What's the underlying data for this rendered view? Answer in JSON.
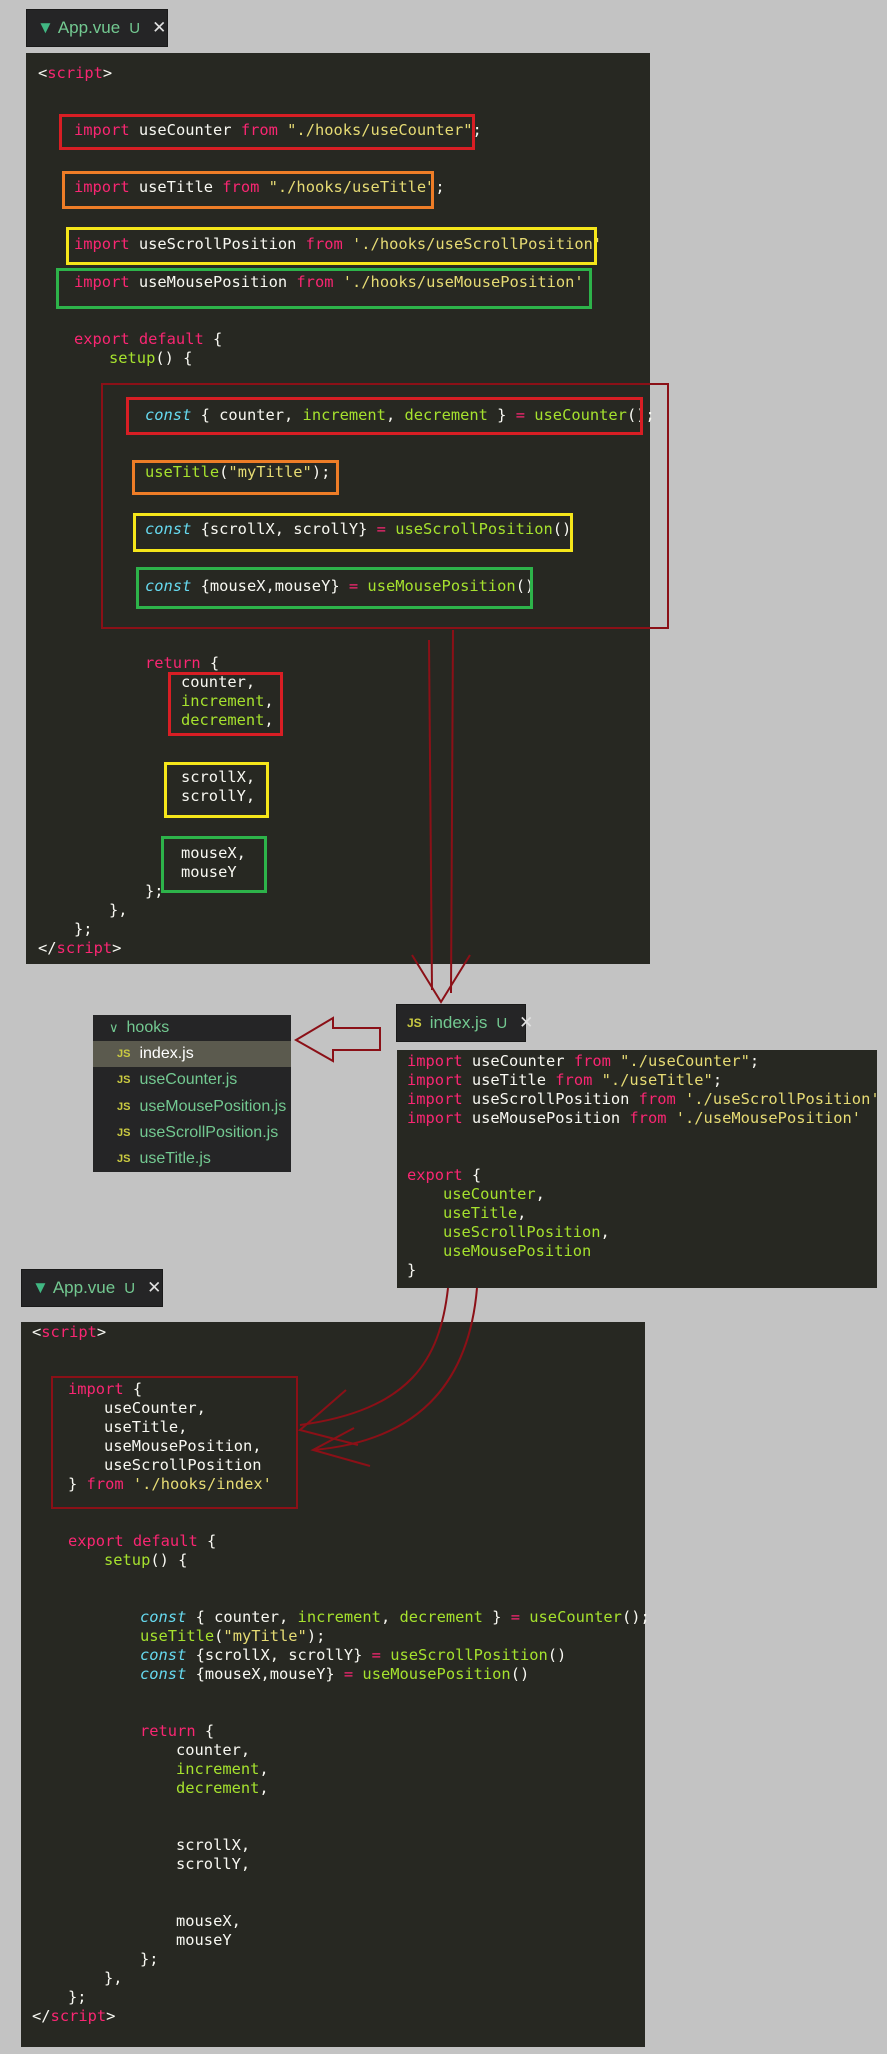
{
  "top_tab": {
    "icon": "vue-icon",
    "label": "App.vue",
    "badge": "U",
    "close": "✕"
  },
  "index_tab": {
    "icon": "js-icon",
    "label": "index.js",
    "badge": "U",
    "close": "✕"
  },
  "bottom_tab": {
    "icon": "vue-icon",
    "label": "App.vue",
    "badge": "U",
    "close": "✕"
  },
  "file_tree": {
    "folder": "hooks",
    "files": [
      {
        "icon": "JS",
        "name": "index.js",
        "selected": true
      },
      {
        "icon": "JS",
        "name": "useCounter.js"
      },
      {
        "icon": "JS",
        "name": "useMousePosition.js"
      },
      {
        "icon": "JS",
        "name": "useScrollPosition.js"
      },
      {
        "icon": "JS",
        "name": "useTitle.js"
      }
    ]
  },
  "top_code": [
    [
      {
        "t": "<",
        "c": ""
      },
      {
        "t": "script",
        "c": "kw"
      },
      {
        "t": ">",
        "c": ""
      }
    ],
    [
      {
        "t": "import ",
        "c": "kw"
      },
      {
        "t": "useCounter ",
        "c": ""
      },
      {
        "t": "from ",
        "c": "kw"
      },
      {
        "t": "\"./hooks/useCounter\"",
        "c": "str"
      },
      {
        "t": ";",
        "c": ""
      }
    ],
    [
      {
        "t": "import ",
        "c": "kw"
      },
      {
        "t": "useTitle ",
        "c": ""
      },
      {
        "t": "from ",
        "c": "kw"
      },
      {
        "t": "\"./hooks/useTitle\"",
        "c": "str"
      },
      {
        "t": ";",
        "c": ""
      }
    ],
    [
      {
        "t": "import ",
        "c": "kw"
      },
      {
        "t": "useScrollPosition ",
        "c": ""
      },
      {
        "t": "from ",
        "c": "kw"
      },
      {
        "t": "'./hooks/useScrollPosition'",
        "c": "str"
      }
    ],
    [
      {
        "t": "import ",
        "c": "kw"
      },
      {
        "t": "useMousePosition ",
        "c": ""
      },
      {
        "t": "from ",
        "c": "kw"
      },
      {
        "t": "'./hooks/useMousePosition'",
        "c": "str"
      }
    ],
    [
      {
        "t": "export default ",
        "c": "kw"
      },
      {
        "t": "{",
        "c": ""
      }
    ],
    [
      {
        "t": "setup",
        "c": "fn"
      },
      {
        "t": "() {",
        "c": ""
      }
    ],
    [
      {
        "t": "const ",
        "c": "ct"
      },
      {
        "t": "{ counter, ",
        "c": ""
      },
      {
        "t": "increment",
        "c": "fn"
      },
      {
        "t": ", ",
        "c": ""
      },
      {
        "t": "decrement",
        "c": "fn"
      },
      {
        "t": " } ",
        "c": ""
      },
      {
        "t": "= ",
        "c": "kw"
      },
      {
        "t": "useCounter",
        "c": "fn"
      },
      {
        "t": "();",
        "c": ""
      }
    ],
    [
      {
        "t": "useTitle",
        "c": "fn"
      },
      {
        "t": "(",
        "c": ""
      },
      {
        "t": "\"myTitle\"",
        "c": "str"
      },
      {
        "t": ");",
        "c": ""
      }
    ],
    [
      {
        "t": "const ",
        "c": "ct"
      },
      {
        "t": "{scrollX, scrollY} ",
        "c": ""
      },
      {
        "t": "= ",
        "c": "kw"
      },
      {
        "t": "useScrollPosition",
        "c": "fn"
      },
      {
        "t": "()",
        "c": ""
      }
    ],
    [
      {
        "t": "const ",
        "c": "ct"
      },
      {
        "t": "{mouseX,mouseY} ",
        "c": ""
      },
      {
        "t": "= ",
        "c": "kw"
      },
      {
        "t": "useMousePosition",
        "c": "fn"
      },
      {
        "t": "()",
        "c": ""
      }
    ],
    [
      {
        "t": "return ",
        "c": "kw"
      },
      {
        "t": "{",
        "c": ""
      }
    ],
    [
      {
        "t": "counter,",
        "c": ""
      }
    ],
    [
      {
        "t": "increment",
        "c": "fn"
      },
      {
        "t": ",",
        "c": ""
      }
    ],
    [
      {
        "t": "decrement",
        "c": "fn"
      },
      {
        "t": ",",
        "c": ""
      }
    ],
    [
      {
        "t": "scrollX,",
        "c": ""
      }
    ],
    [
      {
        "t": "scrollY,",
        "c": ""
      }
    ],
    [
      {
        "t": "mouseX,",
        "c": ""
      }
    ],
    [
      {
        "t": "mouseY",
        "c": ""
      }
    ],
    [
      {
        "t": "};",
        "c": ""
      }
    ],
    [
      {
        "t": "},",
        "c": ""
      }
    ],
    [
      {
        "t": "};",
        "c": ""
      }
    ],
    [
      {
        "t": "</",
        "c": ""
      },
      {
        "t": "script",
        "c": "kw"
      },
      {
        "t": ">",
        "c": ""
      }
    ]
  ],
  "index_code": [
    [
      {
        "t": "import ",
        "c": "kw"
      },
      {
        "t": "useCounter ",
        "c": ""
      },
      {
        "t": "from ",
        "c": "kw"
      },
      {
        "t": "\"./useCounter\"",
        "c": "str"
      },
      {
        "t": ";",
        "c": ""
      }
    ],
    [
      {
        "t": "import ",
        "c": "kw"
      },
      {
        "t": "useTitle ",
        "c": ""
      },
      {
        "t": "from ",
        "c": "kw"
      },
      {
        "t": "\"./useTitle\"",
        "c": "str"
      },
      {
        "t": ";",
        "c": ""
      }
    ],
    [
      {
        "t": "import ",
        "c": "kw"
      },
      {
        "t": "useScrollPosition ",
        "c": ""
      },
      {
        "t": "from ",
        "c": "kw"
      },
      {
        "t": "'./useScrollPosition'",
        "c": "str"
      }
    ],
    [
      {
        "t": "import ",
        "c": "kw"
      },
      {
        "t": "useMousePosition ",
        "c": ""
      },
      {
        "t": "from ",
        "c": "kw"
      },
      {
        "t": "'./useMousePosition'",
        "c": "str"
      }
    ],
    [
      {
        "t": "export ",
        "c": "kw"
      },
      {
        "t": "{",
        "c": ""
      }
    ],
    [
      {
        "t": "useCounter",
        "c": "fn"
      },
      {
        "t": ",",
        "c": ""
      }
    ],
    [
      {
        "t": "useTitle",
        "c": "fn"
      },
      {
        "t": ",",
        "c": ""
      }
    ],
    [
      {
        "t": "useScrollPosition",
        "c": "fn"
      },
      {
        "t": ",",
        "c": ""
      }
    ],
    [
      {
        "t": "useMousePosition",
        "c": "fn"
      }
    ],
    [
      {
        "t": "}",
        "c": ""
      }
    ]
  ],
  "bottom_code": [
    [
      {
        "t": "<",
        "c": ""
      },
      {
        "t": "script",
        "c": "kw"
      },
      {
        "t": ">",
        "c": ""
      }
    ],
    [
      {
        "t": "import ",
        "c": "kw"
      },
      {
        "t": "{",
        "c": ""
      }
    ],
    [
      {
        "t": "useCounter,",
        "c": ""
      }
    ],
    [
      {
        "t": "useTitle,",
        "c": ""
      }
    ],
    [
      {
        "t": "useMousePosition,",
        "c": ""
      }
    ],
    [
      {
        "t": "useScrollPosition",
        "c": ""
      }
    ],
    [
      {
        "t": "} ",
        "c": ""
      },
      {
        "t": "from ",
        "c": "kw"
      },
      {
        "t": "'./hooks/index'",
        "c": "str"
      }
    ],
    [
      {
        "t": "export default ",
        "c": "kw"
      },
      {
        "t": "{",
        "c": ""
      }
    ],
    [
      {
        "t": "setup",
        "c": "fn"
      },
      {
        "t": "() {",
        "c": ""
      }
    ],
    [
      {
        "t": "const ",
        "c": "ct"
      },
      {
        "t": "{ counter, ",
        "c": ""
      },
      {
        "t": "increment",
        "c": "fn"
      },
      {
        "t": ", ",
        "c": ""
      },
      {
        "t": "decrement",
        "c": "fn"
      },
      {
        "t": " } ",
        "c": ""
      },
      {
        "t": "= ",
        "c": "kw"
      },
      {
        "t": "useCounter",
        "c": "fn"
      },
      {
        "t": "();",
        "c": ""
      }
    ],
    [
      {
        "t": "useTitle",
        "c": "fn"
      },
      {
        "t": "(",
        "c": ""
      },
      {
        "t": "\"myTitle\"",
        "c": "str"
      },
      {
        "t": ");",
        "c": ""
      }
    ],
    [
      {
        "t": "const ",
        "c": "ct"
      },
      {
        "t": "{scrollX, scrollY} ",
        "c": ""
      },
      {
        "t": "= ",
        "c": "kw"
      },
      {
        "t": "useScrollPosition",
        "c": "fn"
      },
      {
        "t": "()",
        "c": ""
      }
    ],
    [
      {
        "t": "const ",
        "c": "ct"
      },
      {
        "t": "{mouseX,mouseY} ",
        "c": ""
      },
      {
        "t": "= ",
        "c": "kw"
      },
      {
        "t": "useMousePosition",
        "c": "fn"
      },
      {
        "t": "()",
        "c": ""
      }
    ],
    [
      {
        "t": "return ",
        "c": "kw"
      },
      {
        "t": "{",
        "c": ""
      }
    ],
    [
      {
        "t": "counter,",
        "c": ""
      }
    ],
    [
      {
        "t": "increment",
        "c": "fn"
      },
      {
        "t": ",",
        "c": ""
      }
    ],
    [
      {
        "t": "decrement",
        "c": "fn"
      },
      {
        "t": ",",
        "c": ""
      }
    ],
    [
      {
        "t": "scrollX,",
        "c": ""
      }
    ],
    [
      {
        "t": "scrollY,",
        "c": ""
      }
    ],
    [
      {
        "t": "mouseX,",
        "c": ""
      }
    ],
    [
      {
        "t": "mouseY",
        "c": ""
      }
    ],
    [
      {
        "t": "};",
        "c": ""
      }
    ],
    [
      {
        "t": "},",
        "c": ""
      }
    ],
    [
      {
        "t": "};",
        "c": ""
      }
    ],
    [
      {
        "t": "</",
        "c": ""
      },
      {
        "t": "script",
        "c": "kw"
      },
      {
        "t": ">",
        "c": ""
      }
    ]
  ],
  "colors": {
    "editor_bg": "#272822",
    "page_bg": "#c3c3c3",
    "keyword": "#f92672",
    "string": "#e6db74",
    "function": "#a6e22e",
    "storage": "#66d9ef",
    "highlight_red": "#d81e24",
    "highlight_orange": "#ee7d27",
    "highlight_yellow": "#f5e61a",
    "highlight_green": "#2db34a",
    "arrow_dark_red": "#8b1017"
  }
}
